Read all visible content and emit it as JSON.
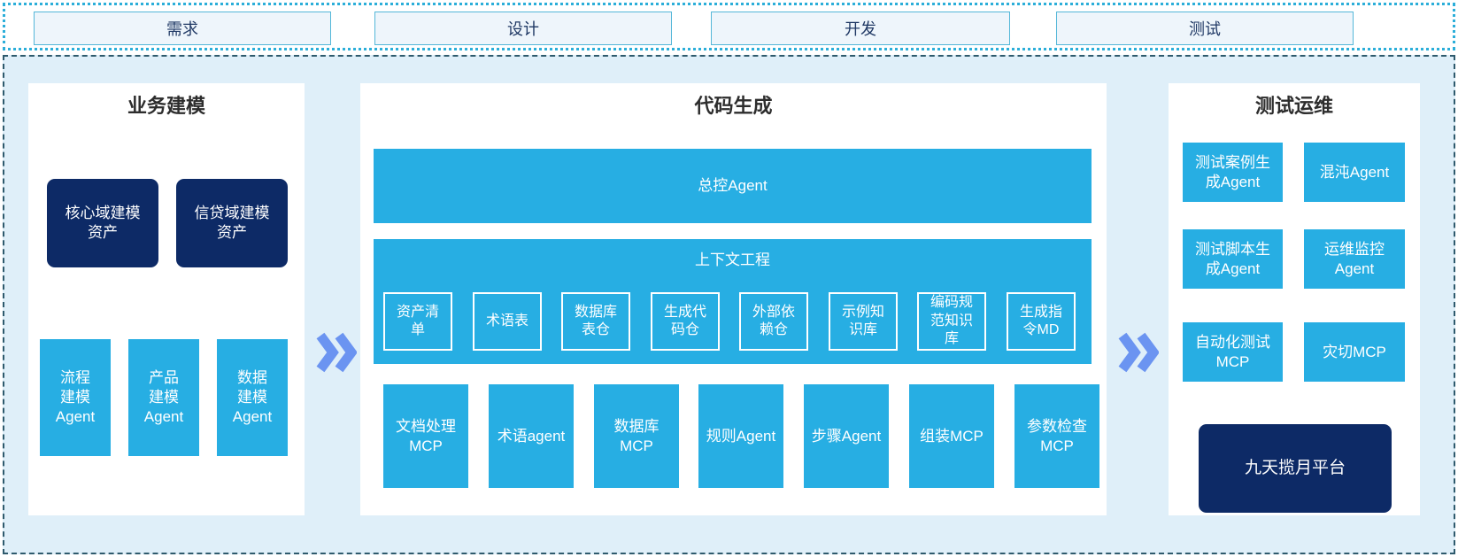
{
  "colors": {
    "cyan": "#27AEE3",
    "navy": "#0D2A66",
    "canvas_bg": "#DFEFF9",
    "panel_bg": "#FFFFFF",
    "phase_box_bg": "#EEF5FB",
    "phase_box_border": "#54B7D8",
    "dotted_border": "#2BAED9",
    "dashed_border": "#2E5A6D",
    "arrow_blue": "#6B94F1",
    "title_text": "#2D2D2D",
    "phase_text": "#1F3864"
  },
  "phases": [
    "需求",
    "设计",
    "开发",
    "测试"
  ],
  "left_panel": {
    "title": "业务建模",
    "asset_boxes": [
      "核心域建模\n资产",
      "信贷域建模\n资产"
    ],
    "agent_boxes": [
      "流程\n建模\nAgent",
      "产品\n建模\nAgent",
      "数据\n建模\nAgent"
    ]
  },
  "middle_panel": {
    "title": "代码生成",
    "master_agent": "总控Agent",
    "context_engineering": {
      "title": "上下文工程",
      "items": [
        "资产清\n单",
        "术语表",
        "数据库\n表仓",
        "生成代\n码仓",
        "外部依\n赖仓",
        "示例知\n识库",
        "编码规\n范知识\n库",
        "生成指\n令MD"
      ]
    },
    "tool_boxes": [
      "文档处理\nMCP",
      "术语agent",
      "数据库\nMCP",
      "规则Agent",
      "步骤Agent",
      "组装MCP",
      "参数检查\nMCP"
    ]
  },
  "right_panel": {
    "title": "测试运维",
    "boxes": [
      "测试案例生\n成Agent",
      "混沌Agent",
      "测试脚本生\n成Agent",
      "运维监控\nAgent",
      "自动化测试\nMCP",
      "灾切MCP"
    ],
    "platform": "九天揽月平台"
  }
}
